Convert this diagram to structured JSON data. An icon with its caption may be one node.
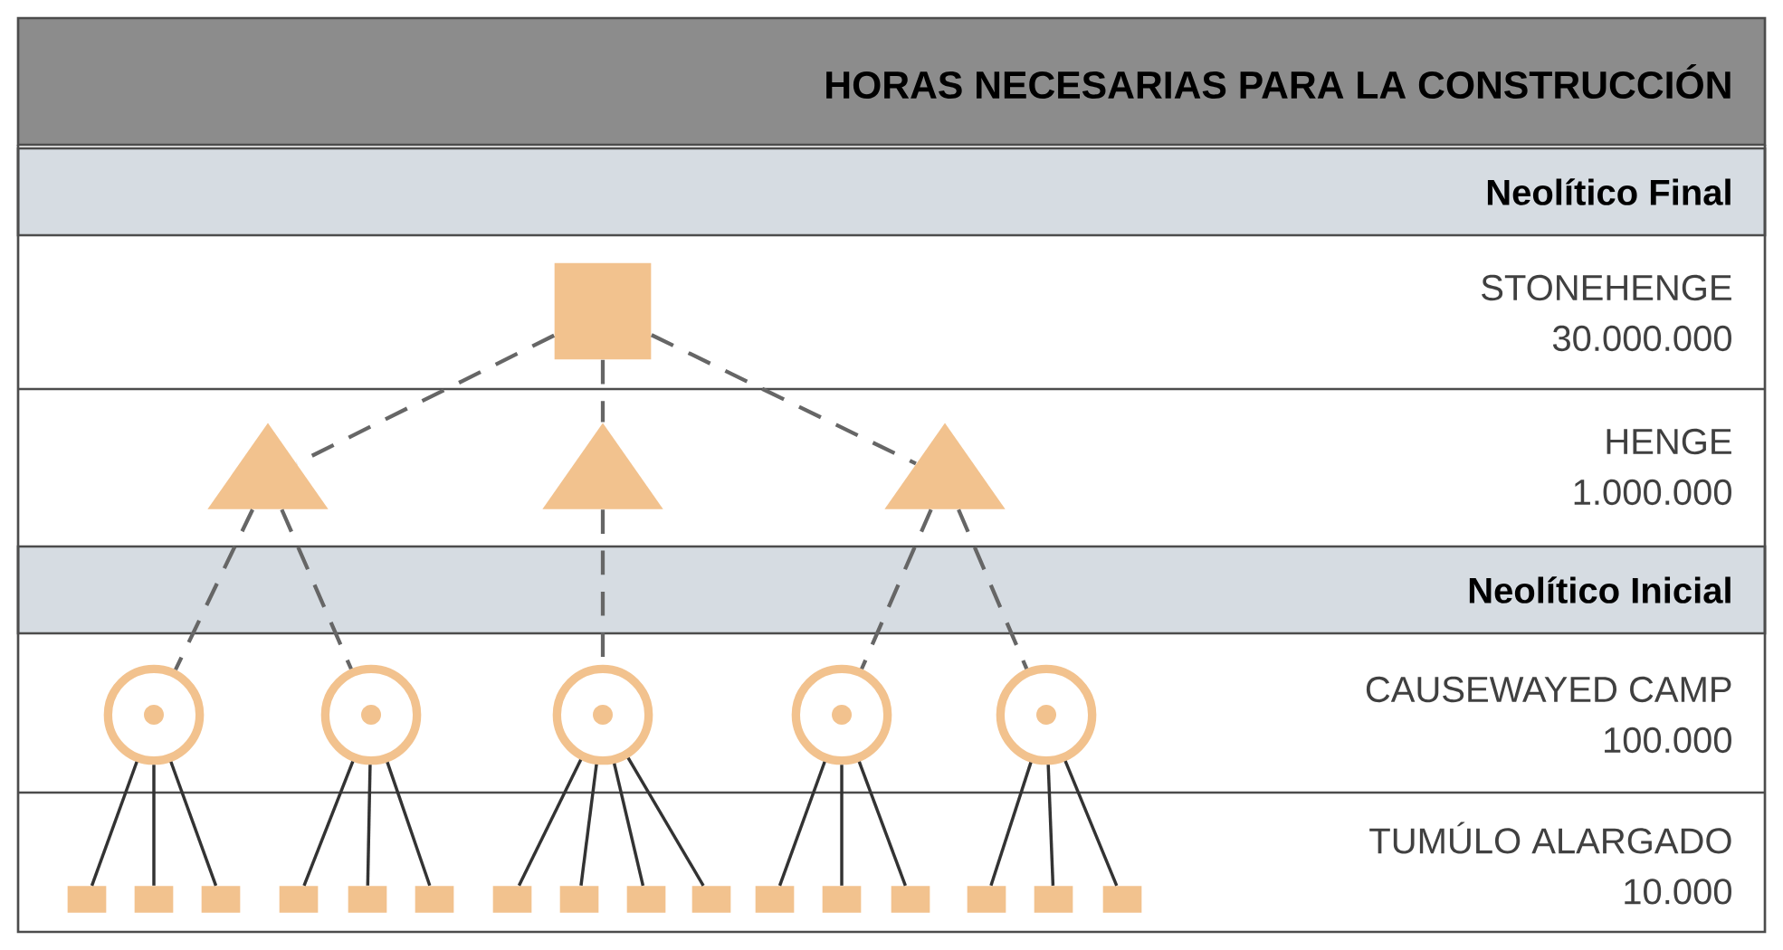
{
  "diagram": {
    "title": "HORAS NECESARIAS PARA LA CONSTRUCCIÓN",
    "nodes": [
      {
        "text": [],
        "shape": "square"
      },
      {
        "text": [],
        "shape": "triangle"
      },
      {
        "text": [],
        "shape": "triangle"
      },
      {
        "text": [],
        "shape": "triangle"
      },
      {
        "text": [],
        "shape": "circle"
      },
      {
        "text": [],
        "shape": "circle"
      },
      {
        "text": [],
        "shape": "circle"
      },
      {
        "text": [],
        "shape": "circle"
      },
      {
        "text": [],
        "shape": "circle"
      },
      {
        "text": [],
        "shape": "box"
      },
      {
        "text": [],
        "shape": "box"
      },
      {
        "text": [],
        "shape": "box"
      },
      {
        "text": [],
        "shape": "box"
      },
      {
        "text": [],
        "shape": "box"
      },
      {
        "text": [],
        "shape": "box"
      },
      {
        "text": [],
        "shape": "box"
      },
      {
        "text": [],
        "shape": "box"
      },
      {
        "text": [],
        "shape": "box"
      },
      {
        "text": [],
        "shape": "box"
      },
      {
        "text": [],
        "shape": "box"
      },
      {
        "text": [],
        "shape": "box"
      },
      {
        "text": [],
        "shape": "box"
      },
      {
        "text": [],
        "shape": "box"
      },
      {
        "text": [],
        "shape": "box"
      },
      {
        "text": [],
        "shape": "box"
      }
    ],
    "edges": [
      {
        "from": 0,
        "to": 1,
        "arrow": "none",
        "style": "dashed"
      },
      {
        "from": 0,
        "to": 2,
        "arrow": "none",
        "style": "dashed"
      },
      {
        "from": 0,
        "to": 3,
        "arrow": "none",
        "style": "dashed"
      },
      {
        "from": 1,
        "to": 4,
        "arrow": "none",
        "style": "dashed"
      },
      {
        "from": 1,
        "to": 5,
        "arrow": "none",
        "style": "dashed"
      },
      {
        "from": 2,
        "to": 6,
        "arrow": "none",
        "style": "dashed"
      },
      {
        "from": 3,
        "to": 7,
        "arrow": "none",
        "style": "dashed"
      },
      {
        "from": 3,
        "to": 8,
        "arrow": "none",
        "style": "dashed"
      },
      {
        "from": 4,
        "to": 9,
        "arrow": "none"
      },
      {
        "from": 4,
        "to": 10,
        "arrow": "none"
      },
      {
        "from": 4,
        "to": 11,
        "arrow": "none"
      },
      {
        "from": 5,
        "to": 12,
        "arrow": "none"
      },
      {
        "from": 5,
        "to": 13,
        "arrow": "none"
      },
      {
        "from": 5,
        "to": 14,
        "arrow": "none"
      },
      {
        "from": 6,
        "to": 15,
        "arrow": "none"
      },
      {
        "from": 6,
        "to": 16,
        "arrow": "none"
      },
      {
        "from": 6,
        "to": 17,
        "arrow": "none"
      },
      {
        "from": 6,
        "to": 18,
        "arrow": "none"
      },
      {
        "from": 7,
        "to": 19,
        "arrow": "none"
      },
      {
        "from": 7,
        "to": 20,
        "arrow": "none"
      },
      {
        "from": 7,
        "to": 21,
        "arrow": "none"
      },
      {
        "from": 8,
        "to": 22,
        "arrow": "none"
      },
      {
        "from": 8,
        "to": 23,
        "arrow": "none"
      },
      {
        "from": 8,
        "to": 24,
        "arrow": "none"
      }
    ],
    "labels": [
      "Neolítico Final",
      "STONEHENGE",
      "30.000.000",
      "HENGE",
      "1.000.000",
      "Neolítico Inicial",
      "CAUSEWAYED CAMP",
      "100.000",
      "TUMÚLO ALARGADO",
      "10.000"
    ]
  }
}
